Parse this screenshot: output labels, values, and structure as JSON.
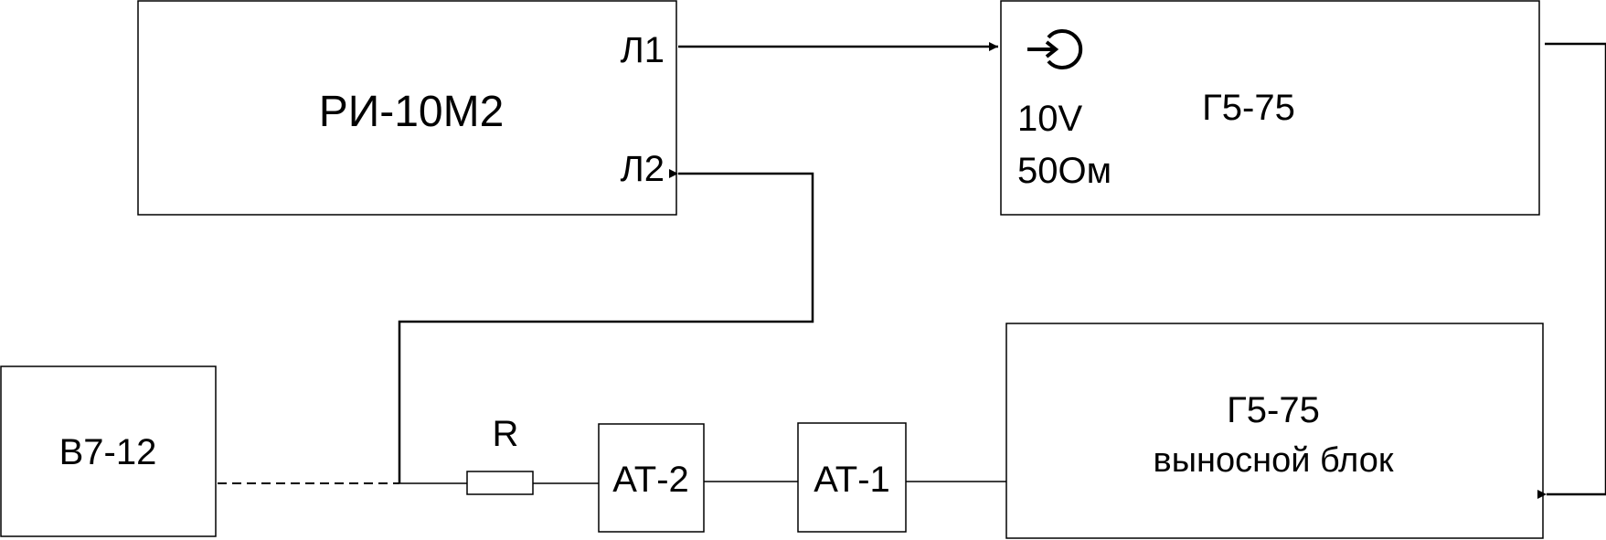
{
  "blocks": {
    "ri": {
      "name": "РИ-10М2",
      "port1": "Л1",
      "port2": "Л2"
    },
    "gen": {
      "name": "Г5-75",
      "voltage": "10V",
      "impedance": "50Ом",
      "icon": "output-connector-icon"
    },
    "remote": {
      "name": "Г5-75",
      "subtitle": "выносной блок"
    },
    "v7": {
      "name": "В7-12"
    },
    "at1": {
      "name": "АТ-1"
    },
    "at2": {
      "name": "АТ-2"
    },
    "resistor": {
      "name": "R"
    }
  }
}
